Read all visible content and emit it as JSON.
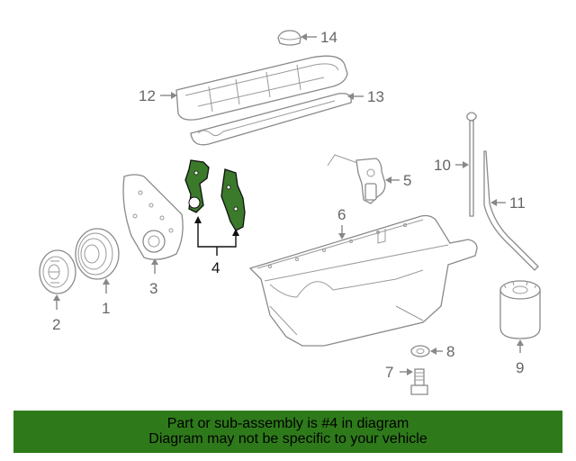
{
  "callouts": {
    "c1": "1",
    "c2": "2",
    "c3": "3",
    "c4": "4",
    "c5": "5",
    "c6": "6",
    "c7": "7",
    "c8": "8",
    "c9": "9",
    "c10": "10",
    "c11": "11",
    "c12": "12",
    "c13": "13",
    "c14": "14"
  },
  "banner": {
    "line1": "Part or sub-assembly is #4 in diagram",
    "line2": "Diagram may not be specific to your vehicle"
  },
  "colors": {
    "highlight": "#3a7a2a",
    "banner_bg": "#2e7a1a",
    "line_art": "#888888"
  }
}
